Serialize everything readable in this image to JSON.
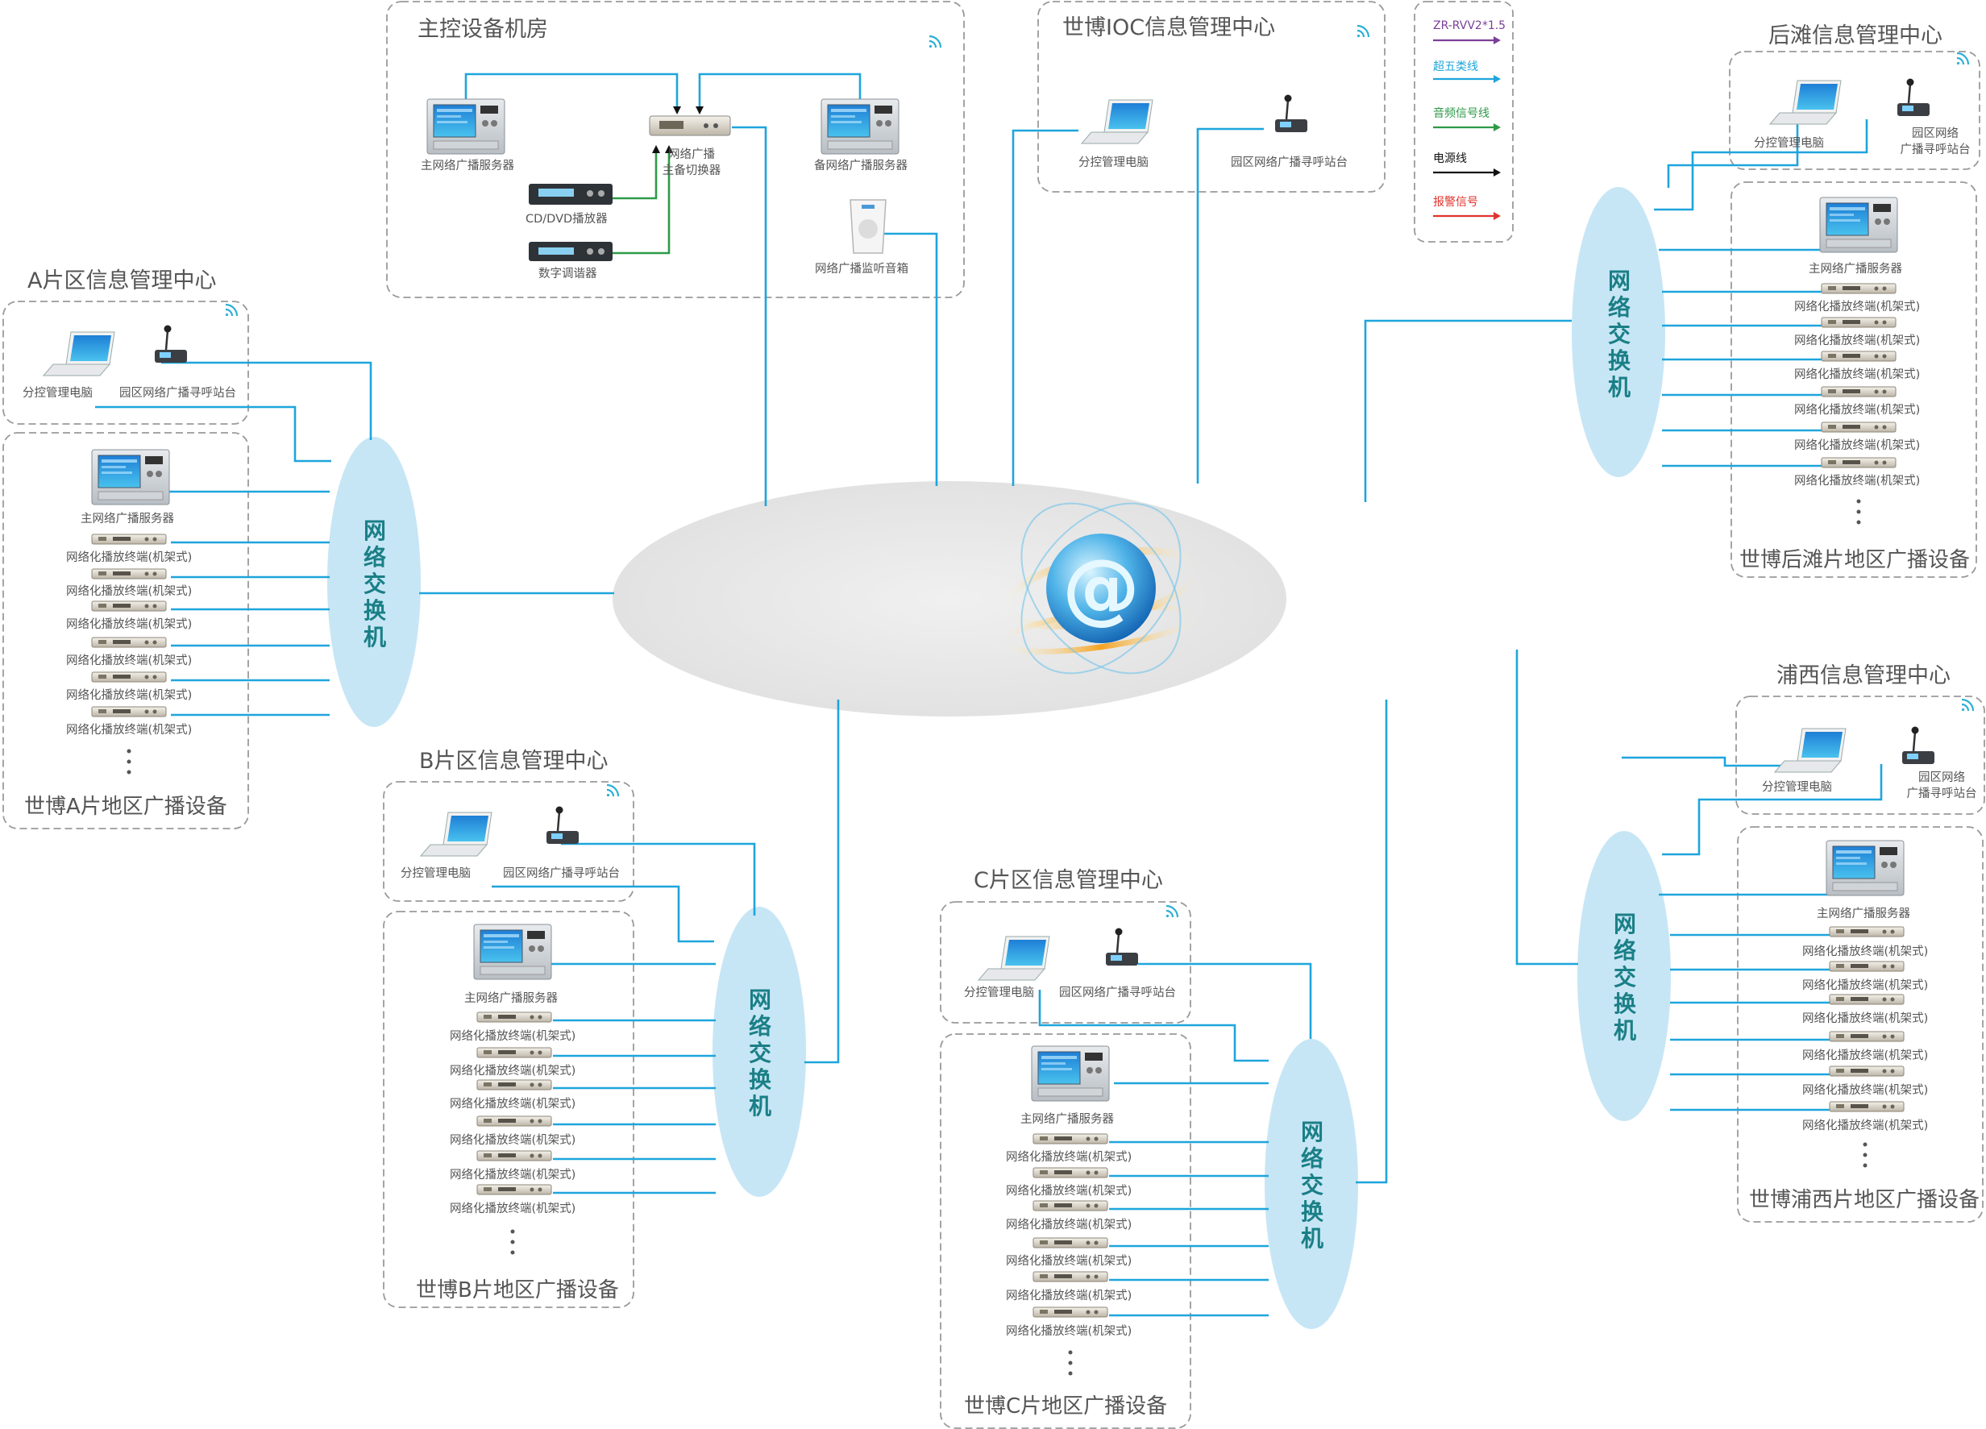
{
  "legend": [
    {
      "label": "ZR-RVV2*1.5",
      "color": "#7b3f98"
    },
    {
      "label": "超五类线",
      "color": "#1ea5dc"
    },
    {
      "label": "音频信号线",
      "color": "#2e9a48"
    },
    {
      "label": "电源线",
      "color": "#111111"
    },
    {
      "label": "报警信号",
      "color": "#e0332c"
    }
  ],
  "master_room": {
    "title": "主控设备机房",
    "main_server": "主网络广播服务器",
    "switcher": "网络广播\n主备切换器",
    "backup_server": "备网络广播服务器",
    "dvd": "CD/DVD播放器",
    "tuner": "数字调谐器",
    "monitor_speaker": "网络广播监听音箱"
  },
  "ioc_center": {
    "title": "世博IOC信息管理中心",
    "pc": "分控管理电脑",
    "paging": "园区网络广播寻呼站台"
  },
  "zone_a": {
    "title": "A片区信息管理中心",
    "pc": "分控管理电脑",
    "paging": "园区网络广播寻呼站台",
    "server": "主网络广播服务器",
    "terminal": "网络化播放终端(机架式)",
    "switch": "网络交换机",
    "footer": "世博A片地区广播设备"
  },
  "zone_b": {
    "title": "B片区信息管理中心",
    "pc": "分控管理电脑",
    "paging": "园区网络广播寻呼站台",
    "server": "主网络广播服务器",
    "terminal": "网络化播放终端(机架式)",
    "switch": "网络交换机",
    "footer": "世博B片地区广播设备"
  },
  "zone_c": {
    "title": "C片区信息管理中心",
    "pc": "分控管理电脑",
    "paging": "园区网络广播寻呼站台",
    "server": "主网络广播服务器",
    "terminal": "网络化播放终端(机架式)",
    "switch": "网络交换机",
    "footer": "世博C片地区广播设备"
  },
  "houtan": {
    "title": "后滩信息管理中心",
    "pc": "分控管理电脑",
    "paging": "园区网络\n广播寻呼站台",
    "server": "主网络广播服务器",
    "terminal": "网络化播放终端(机架式)",
    "switch": "网络交换机",
    "footer": "世博后滩片地区广播设备"
  },
  "puxi": {
    "title": "浦西信息管理中心",
    "pc": "分控管理电脑",
    "paging": "园区网络\n广播寻呼站台",
    "server": "主网络广播服务器",
    "terminal": "网络化播放终端(机架式)",
    "switch": "网络交换机",
    "footer": "世博浦西片地区广播设备"
  },
  "core": {
    "icon": "internet-at-icon"
  }
}
